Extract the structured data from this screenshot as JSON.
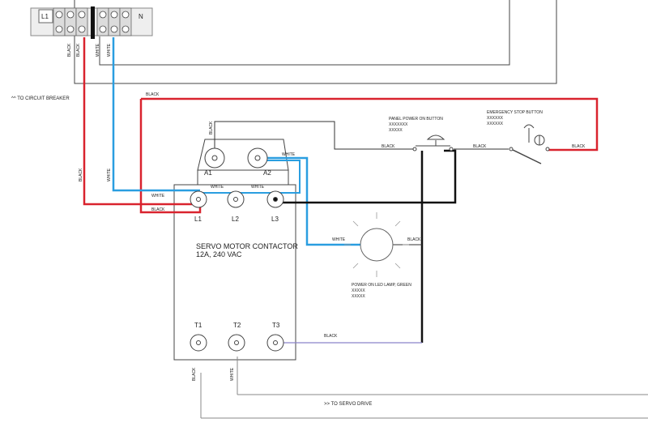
{
  "terminal_block": {
    "left_label": "L1",
    "right_label": "N"
  },
  "annotations": {
    "to_circuit_breaker": "^^ TO CIRCUIT BREAKER",
    "to_servo_drive": ">> TO SERVO DRIVE"
  },
  "contactor": {
    "title": "SERVO MOTOR CONTACTOR",
    "rating": "12A, 240 VAC",
    "coil_terminals": [
      "A1",
      "A2"
    ],
    "line_terminals": [
      "L1",
      "L2",
      "L3"
    ],
    "load_terminals": [
      "T1",
      "T2",
      "T3"
    ]
  },
  "components": {
    "panel_power_button": {
      "label": "PANEL POWER ON BUTTON",
      "line2": "XXXXXXX",
      "line3": "XXXXX"
    },
    "emergency_stop": {
      "label": "EMERGENCY STOP BUTTON",
      "line2": "XXXXXX",
      "line3": "XXXXXX"
    },
    "lamp": {
      "label": "POWER ON LED LAMP, GREEN",
      "line2": "XXXXX",
      "line3": "XXXXX"
    }
  },
  "wire_labels": {
    "black": "BLACK",
    "white": "WHITE"
  },
  "colors": {
    "red_wire": "#d9232e",
    "blue_wire": "#2a9ee0",
    "black_wire": "#111111",
    "thin_black": "#333333",
    "purple_wire": "#8b85c9"
  }
}
